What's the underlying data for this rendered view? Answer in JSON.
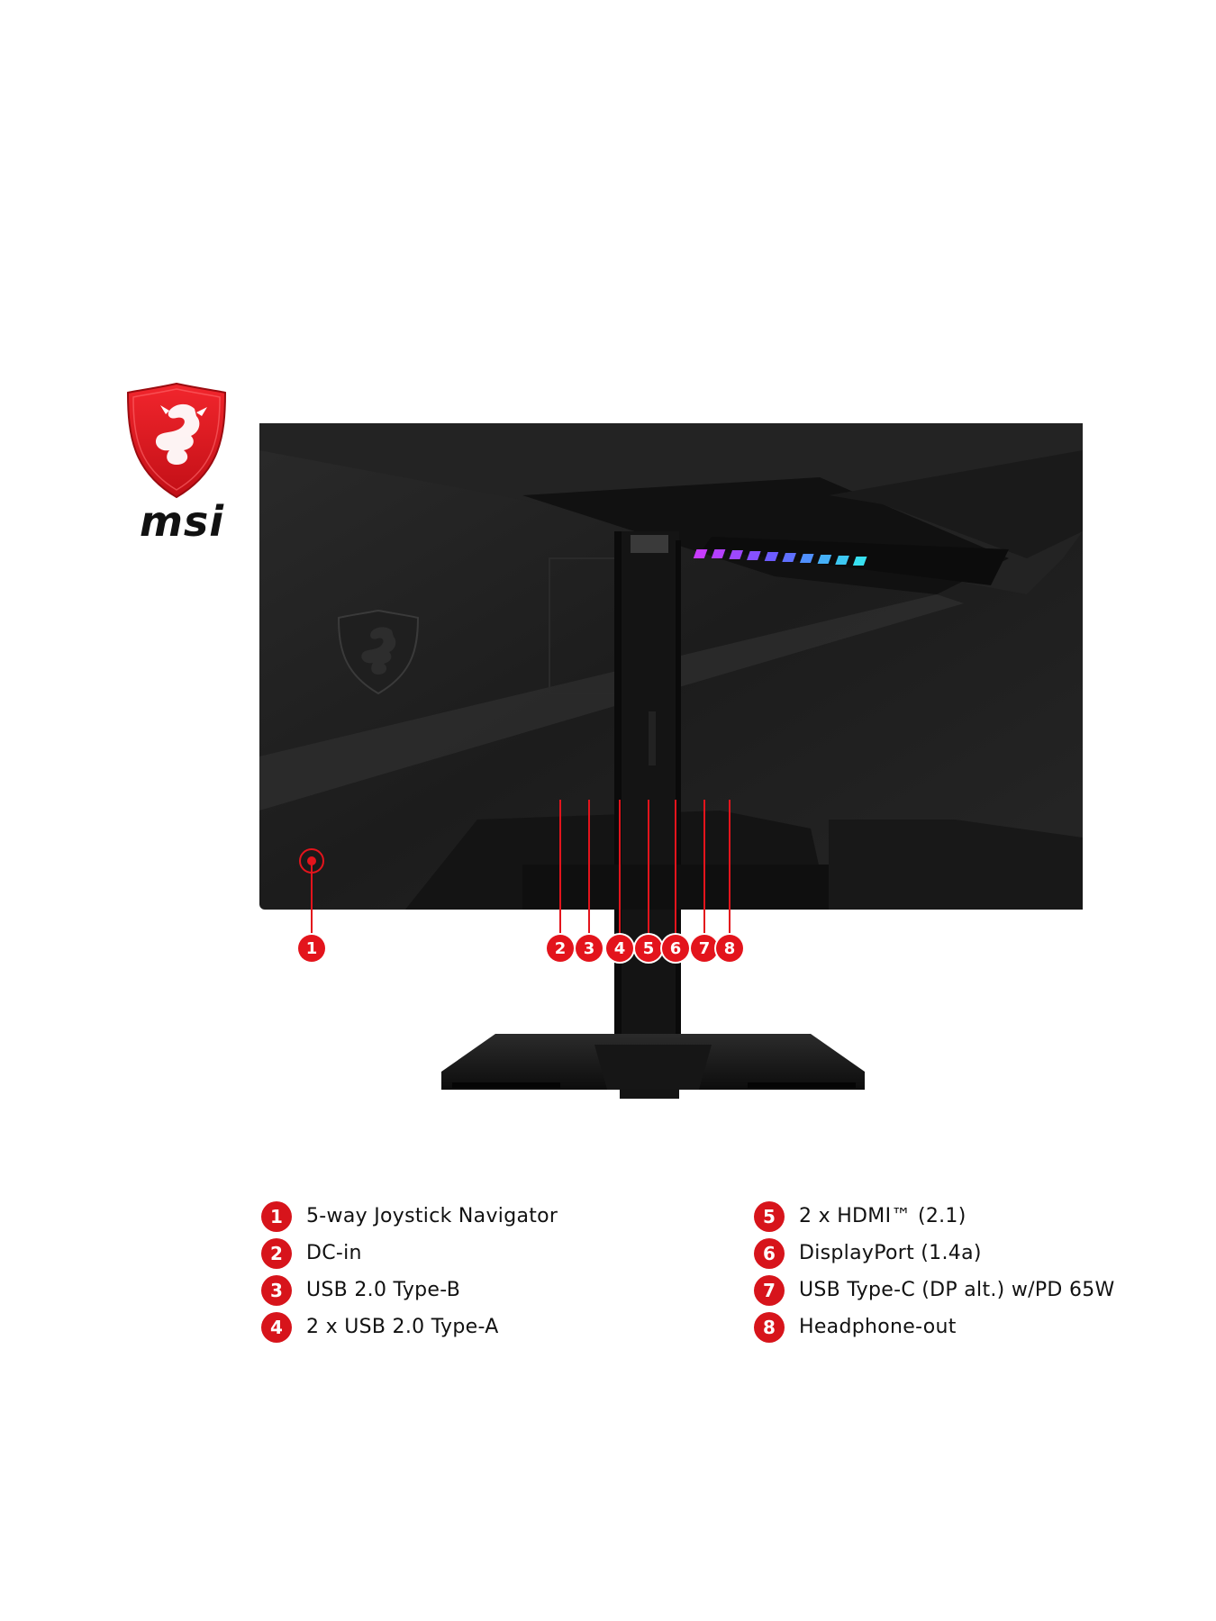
{
  "brand": {
    "name": "msi",
    "accent_color": "#e3141c"
  },
  "callouts": [
    "1",
    "2",
    "3",
    "4",
    "5",
    "6",
    "7",
    "8"
  ],
  "legend": {
    "left": [
      {
        "num": "1",
        "label": "5-way Joystick Navigator"
      },
      {
        "num": "2",
        "label": "DC-in"
      },
      {
        "num": "3",
        "label": "USB 2.0 Type-B"
      },
      {
        "num": "4",
        "label": "2 x USB 2.0 Type-A"
      }
    ],
    "right": [
      {
        "num": "5",
        "label": "2 x HDMI™ (2.1)"
      },
      {
        "num": "6",
        "label": "DisplayPort (1.4a)"
      },
      {
        "num": "7",
        "label": "USB Type-C (DP alt.) w/PD 65W"
      },
      {
        "num": "8",
        "label": "Headphone-out"
      }
    ]
  }
}
